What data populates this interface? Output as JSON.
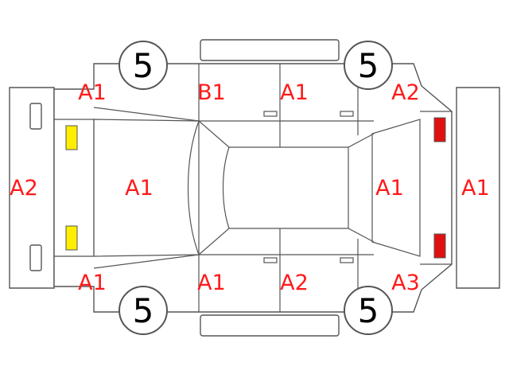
{
  "damage_codes": {
    "front_bumper": "A2",
    "hood": "A1",
    "front_left_fender": "A1",
    "front_left_door": "B1",
    "rear_left_door": "A1",
    "rear_left_quarter": "A2",
    "front_right_fender": "A1",
    "front_right_door": "A1",
    "rear_right_door": "A2",
    "rear_right_quarter": "A3",
    "tailgate": "A1",
    "rear_bumper": "A1"
  },
  "tires": {
    "front_left": "5",
    "rear_left": "5",
    "front_right": "5",
    "rear_right": "5"
  },
  "colors": {
    "code_text": "#ff1a1a",
    "outline": "#555555",
    "headlight": "#ffee00",
    "taillight": "#e01010"
  }
}
